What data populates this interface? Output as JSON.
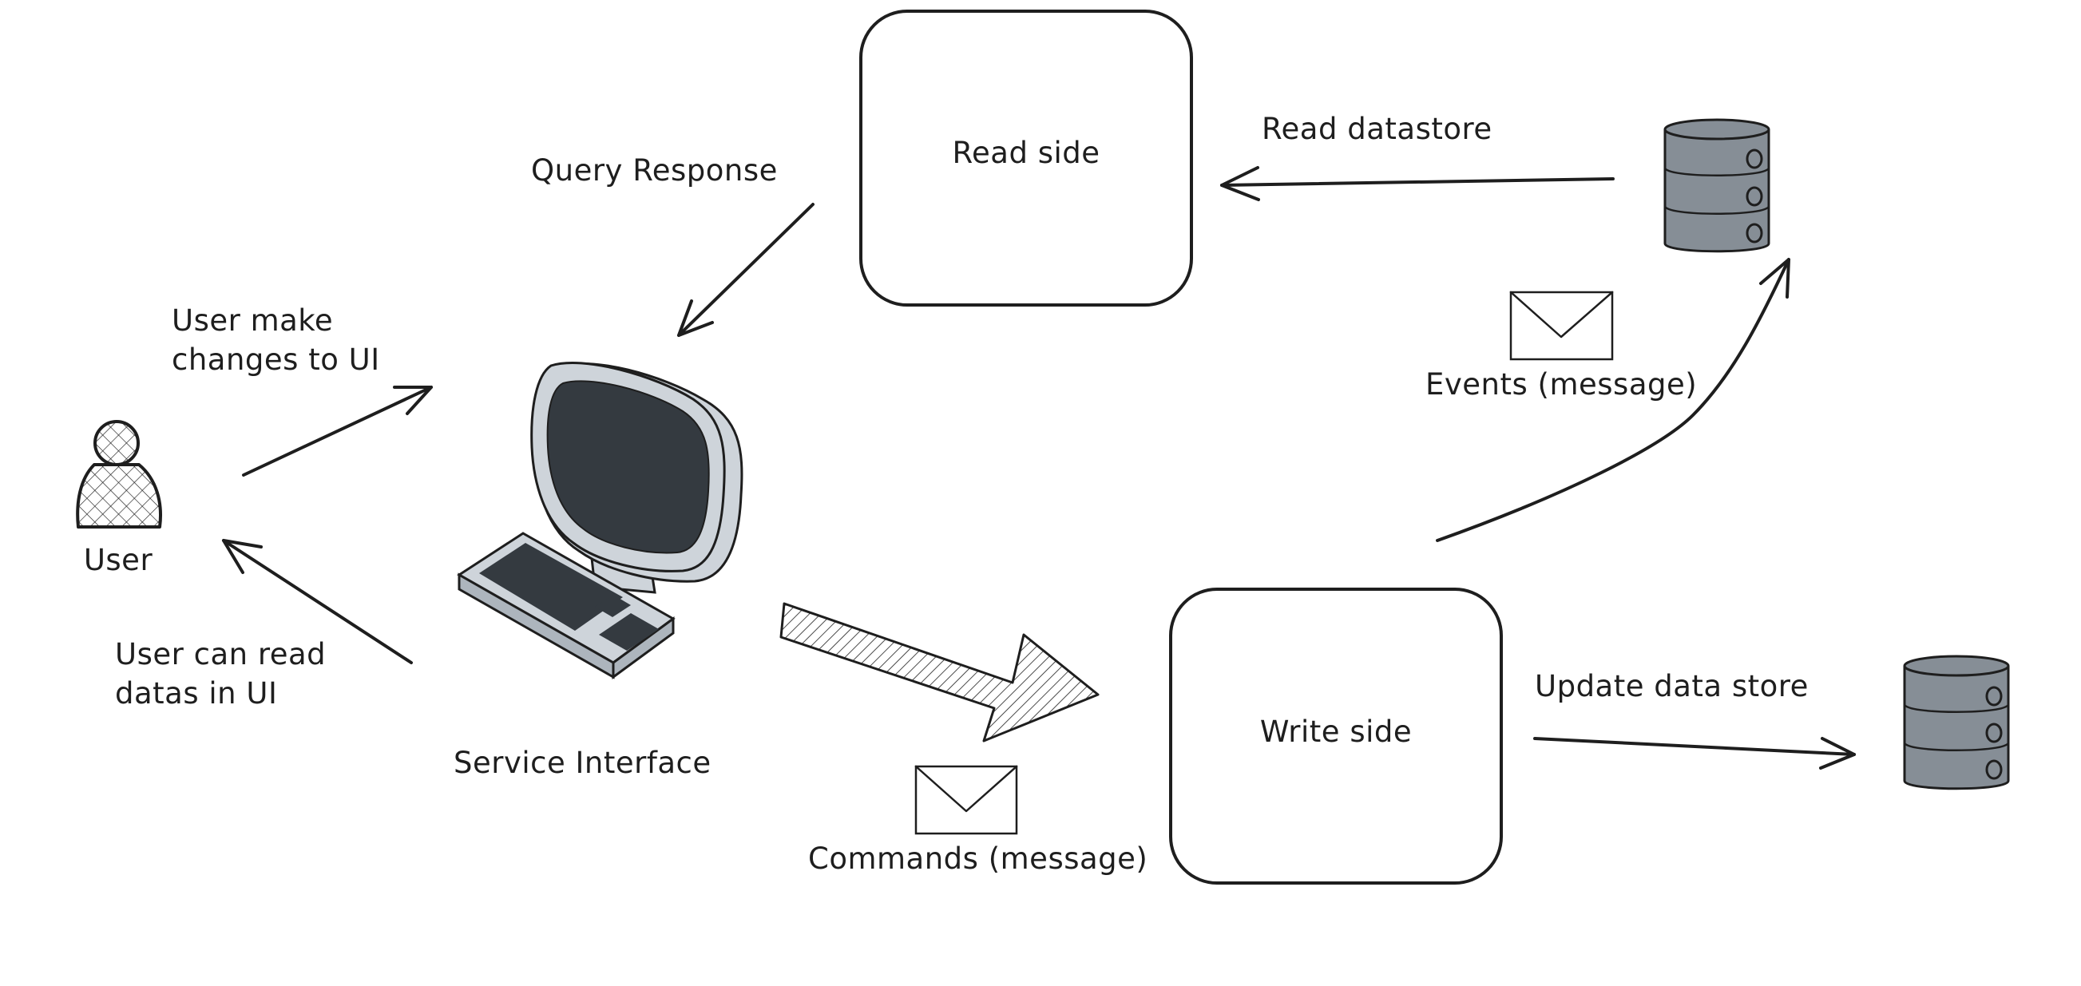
{
  "nodes": {
    "read_side": "Read side",
    "write_side": "Write side",
    "user": "User",
    "service_interface": "Service Interface"
  },
  "edges": {
    "query_response": "Query Response",
    "read_datastore": "Read datastore",
    "user_make_changes_line1": "User make",
    "user_make_changes_line2": "changes to UI",
    "user_can_read_line1": "User can read",
    "user_can_read_line2": "datas in UI",
    "events": "Events (message)",
    "commands": "Commands (message)",
    "update_data_store": "Update data store"
  },
  "icons": {
    "user": "person-icon",
    "computer": "computer-icon",
    "read_db": "database-icon",
    "write_db": "database-icon",
    "events_envelope": "envelope-icon",
    "commands_envelope": "envelope-icon"
  },
  "colors": {
    "stroke": "#1e1e1e",
    "db_fill": "#868e96",
    "screen_fill": "#343a40",
    "monitor_fill": "#ced4da"
  }
}
